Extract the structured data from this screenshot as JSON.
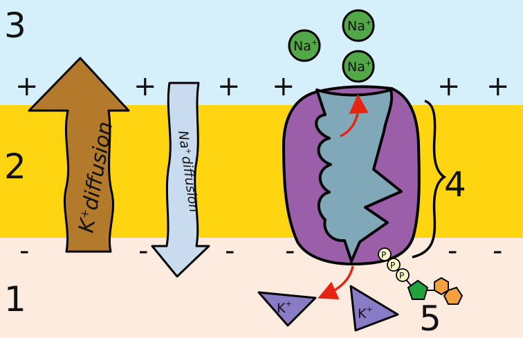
{
  "regions": {
    "intracellular_number": "1",
    "membrane_number": "2",
    "extracellular_number": "3",
    "pump_number": "4",
    "atp_number": "5"
  },
  "charges": {
    "outside_sign": "+",
    "inside_sign": "-"
  },
  "arrows": {
    "k_prefix": "K",
    "k_superscript": "+",
    "k_text": "diffusion",
    "na_prefix": "Na",
    "na_superscript": "+",
    "na_text": "diffusion"
  },
  "ions": {
    "sodium_symbol": "Na",
    "sodium_charge": "+",
    "potassium_symbol": "K",
    "potassium_charge": "+"
  },
  "atp": {
    "phosphate_label": "P"
  },
  "colors": {
    "extracellular": "#d6f0fb",
    "membrane": "#ffd511",
    "intracellular": "#fdebe0",
    "k_arrow": "#b47a2c",
    "na_arrow": "#c9dcef",
    "pump": "#9b5ea8",
    "channel": "#80a8b9",
    "sodium_ion": "#52a847",
    "potassium_ion": "#8a7bc6",
    "red_arrow": "#e52414",
    "atp_green": "#1fa33a",
    "atp_orange": "#f5a040"
  }
}
